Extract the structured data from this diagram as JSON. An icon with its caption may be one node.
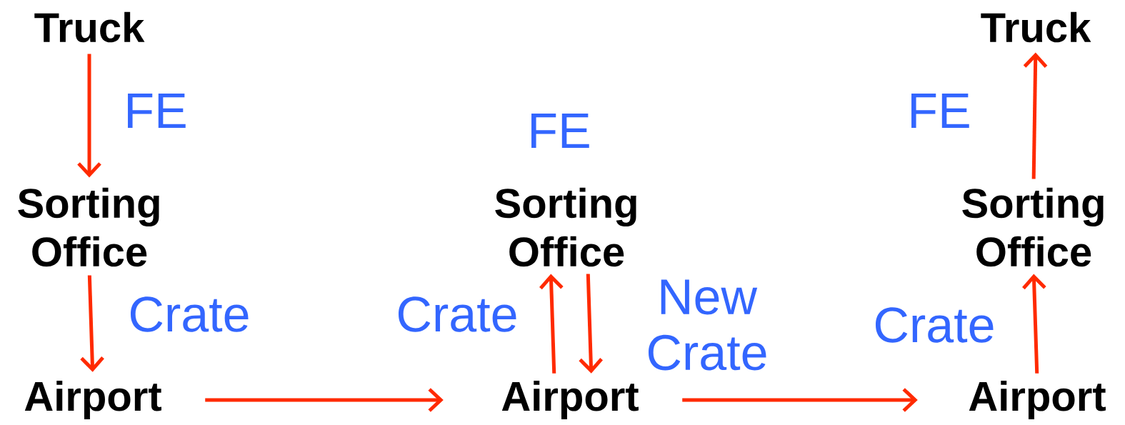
{
  "diagram": {
    "nodes": [
      {
        "text": [
          "Truck"
        ]
      },
      {
        "text": [
          "Sorting Office"
        ]
      },
      {
        "text": [
          "Airport"
        ]
      },
      {
        "text": [
          "Sorting Office"
        ],
        "beside": [
          "FE"
        ]
      },
      {
        "text": [
          "Airport"
        ]
      },
      {
        "text": [
          "Truck"
        ]
      },
      {
        "text": [
          "Sorting Office"
        ]
      },
      {
        "text": [
          "Airport"
        ]
      }
    ],
    "edges": [
      {
        "from": 0,
        "to": 1,
        "arrow": "to",
        "label": "FE"
      },
      {
        "from": 1,
        "to": 2,
        "arrow": "to",
        "label": "Crate"
      },
      {
        "from": 2,
        "to": 4,
        "arrow": "to"
      },
      {
        "from": 4,
        "to": 3,
        "arrow": "to",
        "label": "Crate"
      },
      {
        "from": 3,
        "to": 4,
        "arrow": "to",
        "label": "New Crate"
      },
      {
        "from": 4,
        "to": 7,
        "arrow": "to"
      },
      {
        "from": 7,
        "to": 6,
        "arrow": "to",
        "label": "Crate"
      },
      {
        "from": 6,
        "to": 5,
        "arrow": "to",
        "label": "FE"
      }
    ]
  }
}
